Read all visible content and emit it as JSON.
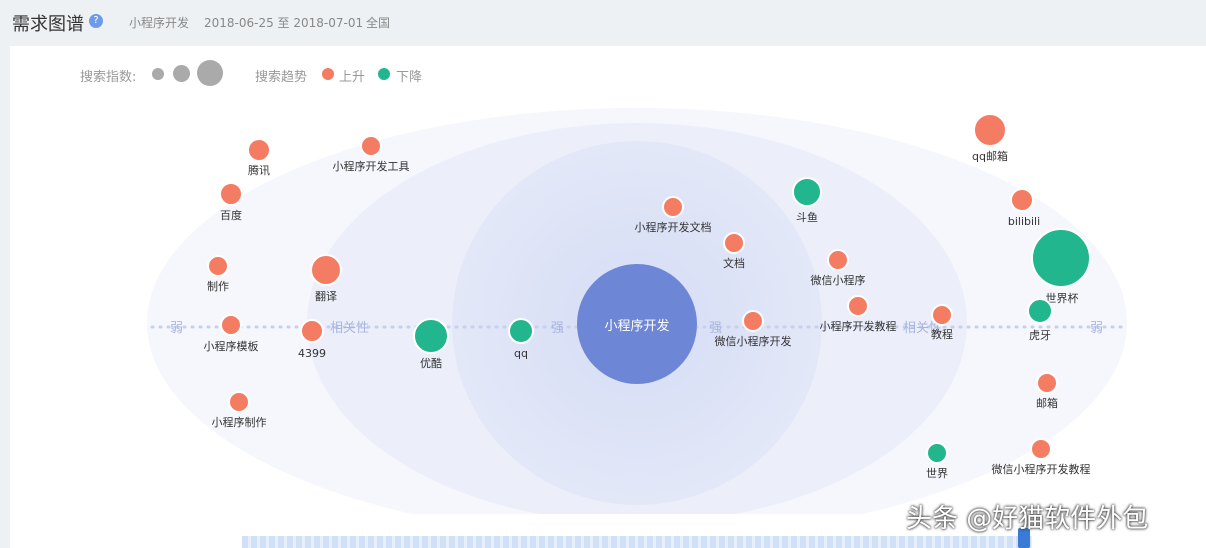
{
  "header": {
    "title": "需求图谱",
    "keyword": "小程序开发",
    "date_range": "2018-06-25 至 2018-07-01",
    "region": "全国"
  },
  "legend": {
    "index_label": "搜索指数:",
    "trend_label": "搜索趋势",
    "up_label": "上升",
    "down_label": "下降",
    "up_color": "#f47c62",
    "down_color": "#21b68d",
    "size_dot_color": "#aaaaaa"
  },
  "axis": {
    "weak": "弱",
    "relevance": "相关性",
    "strong": "强"
  },
  "center": {
    "label": "小程序开发",
    "color": "#6e86d6"
  },
  "nodes_left": [
    {
      "label": "腾讯",
      "trend": "up"
    },
    {
      "label": "小程序开发工具",
      "trend": "up"
    },
    {
      "label": "百度",
      "trend": "up"
    },
    {
      "label": "制作",
      "trend": "up"
    },
    {
      "label": "翻译",
      "trend": "up"
    },
    {
      "label": "小程序模板",
      "trend": "up"
    },
    {
      "label": "4399",
      "trend": "up"
    },
    {
      "label": "优酷",
      "trend": "down"
    },
    {
      "label": "qq",
      "trend": "down"
    },
    {
      "label": "小程序制作",
      "trend": "up"
    }
  ],
  "nodes_right": [
    {
      "label": "小程序开发文档",
      "trend": "up"
    },
    {
      "label": "文档",
      "trend": "up"
    },
    {
      "label": "斗鱼",
      "trend": "down"
    },
    {
      "label": "微信小程序",
      "trend": "up"
    },
    {
      "label": "小程序开发教程",
      "trend": "up"
    },
    {
      "label": "微信小程序开发",
      "trend": "up"
    },
    {
      "label": "教程",
      "trend": "up"
    },
    {
      "label": "qq邮箱",
      "trend": "up"
    },
    {
      "label": "bilibili",
      "trend": "up"
    },
    {
      "label": "世界杯",
      "trend": "down"
    },
    {
      "label": "虎牙",
      "trend": "down"
    },
    {
      "label": "邮箱",
      "trend": "up"
    },
    {
      "label": "世界",
      "trend": "down"
    },
    {
      "label": "微信小程序开发教程",
      "trend": "up"
    }
  ],
  "watermark": "头条 @好猫软件外包"
}
